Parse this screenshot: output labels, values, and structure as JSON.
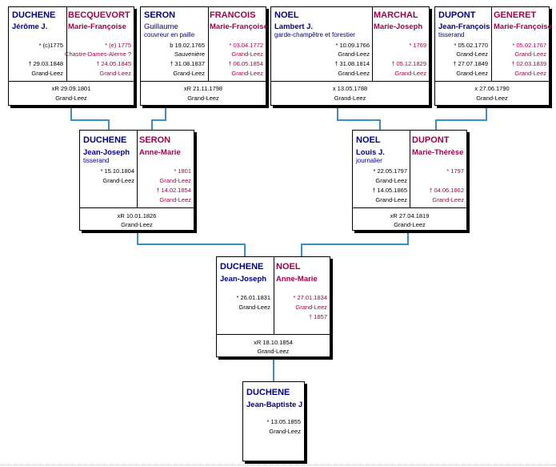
{
  "persons": {
    "p1_father": {
      "surname": "DUCHENE",
      "given": "Jérôme  J.",
      "birth": "* (c)1775",
      "death": "† 29.03.1848",
      "death_place": "Grand-Leez"
    },
    "p1_mother": {
      "surname": "BECQUEVORT",
      "given": "Marie-Françoise",
      "birth": "* (e) 1775",
      "birth_place": "Chastre-Dames-Alerne ?",
      "death": "† 24.05.1845",
      "death_place": "Grand-Leez"
    },
    "p1_marriage": {
      "date": "xR 29.09.1801",
      "place": "Grand-Leez"
    },
    "p2_father": {
      "surname": "SERON",
      "given": "Guillaume",
      "occupation": "couvreur en paille",
      "birth": "b 19.02.1765",
      "birth_place": "Sauvenière",
      "death": "† 31.08.1837",
      "death_place": "Grand-Leez"
    },
    "p2_mother": {
      "surname": "FRANCOIS",
      "given": "Marie-Françoise",
      "birth": "* 03.04.1772",
      "birth_place": "Grand-Leez",
      "death": "† 06.05.1854",
      "death_place": "Grand-Leez"
    },
    "p2_marriage": {
      "date": "xR 21.11.1798",
      "place": "Grand-Leez"
    },
    "p3_father": {
      "surname": "NOEL",
      "given": "Lambert  J.",
      "occupation": "garde-champêtre et forestier",
      "birth": "* 10.09.1766",
      "birth_place": "Grand-Leez",
      "death": "† 31.08.1814",
      "death_place": "Grand-Leez"
    },
    "p3_mother": {
      "surname": "MARCHAL",
      "given": "Marie-Joseph",
      "birth": "* 1769",
      "death": "† 05.12.1829",
      "death_place": "Grand-Leez"
    },
    "p3_marriage": {
      "date": "x 13.05.1788",
      "place": "Grand-Leez"
    },
    "p4_father": {
      "surname": "DUPONT",
      "given": "Jean-François",
      "occupation": "tisserand",
      "birth": "* 05.02.1770",
      "birth_place": "Grand-Leez",
      "death": "† 27.07.1849",
      "death_place": "Grand-Leez"
    },
    "p4_mother": {
      "surname": "GENERET",
      "given": "Marie-Françoise",
      "birth": "* 05.02.1767",
      "birth_place": "Grand-Leez",
      "death": "† 02.03.1839",
      "death_place": "Grand-Leez"
    },
    "p4_marriage": {
      "date": "x 27.06.1790",
      "place": "Grand-Leez"
    },
    "g1_father": {
      "surname": "DUCHENE",
      "given": "Jean-Joseph",
      "occupation": "tisserand",
      "birth": "* 15.10.1804",
      "birth_place": "Grand-Leez"
    },
    "g1_mother": {
      "surname": "SERON",
      "given": "Anne-Marie",
      "birth": "* 1801",
      "birth_place": "Grand-Leez",
      "death": "† 14.02.1854",
      "death_place": "Grand-Leez"
    },
    "g1_marriage": {
      "date": "xR 10.01.1826",
      "place": "Grand-Leez"
    },
    "g2_father": {
      "surname": "NOEL",
      "given": "Louis  J.",
      "occupation": "journalier",
      "birth": "* 22.05.1797",
      "birth_place": "Grand-Leez",
      "death": "† 14.05.1865",
      "death_place": "Grand-Leez"
    },
    "g2_mother": {
      "surname": "DUPONT",
      "given": "Marie-Thérèse",
      "birth": "* 1797",
      "death": "† 04.06.1862",
      "death_place": "Grand-Leez"
    },
    "g2_marriage": {
      "date": "xR 27.04.1819",
      "place": "Grand-Leez"
    },
    "c_father": {
      "surname": "DUCHENE",
      "given": "Jean-Joseph",
      "birth": "* 26.01.1831",
      "birth_place": "Grand-Leez"
    },
    "c_mother": {
      "surname": "NOEL",
      "given": "Anne-Marie",
      "birth": "* 27.01.1834",
      "birth_place": "Grand-Leez",
      "death": "† 1857"
    },
    "c_marriage": {
      "date": "xR 18.10.1854",
      "place": "Grand-Leez"
    },
    "root": {
      "surname": "DUCHENE",
      "given": "Jean-Baptiste  J",
      "birth": "* 13.05.1855",
      "birth_place": "Grand-Leez"
    }
  },
  "colors": {
    "male": "#000080",
    "female": "#a00050",
    "link": "#3a8fc9"
  }
}
